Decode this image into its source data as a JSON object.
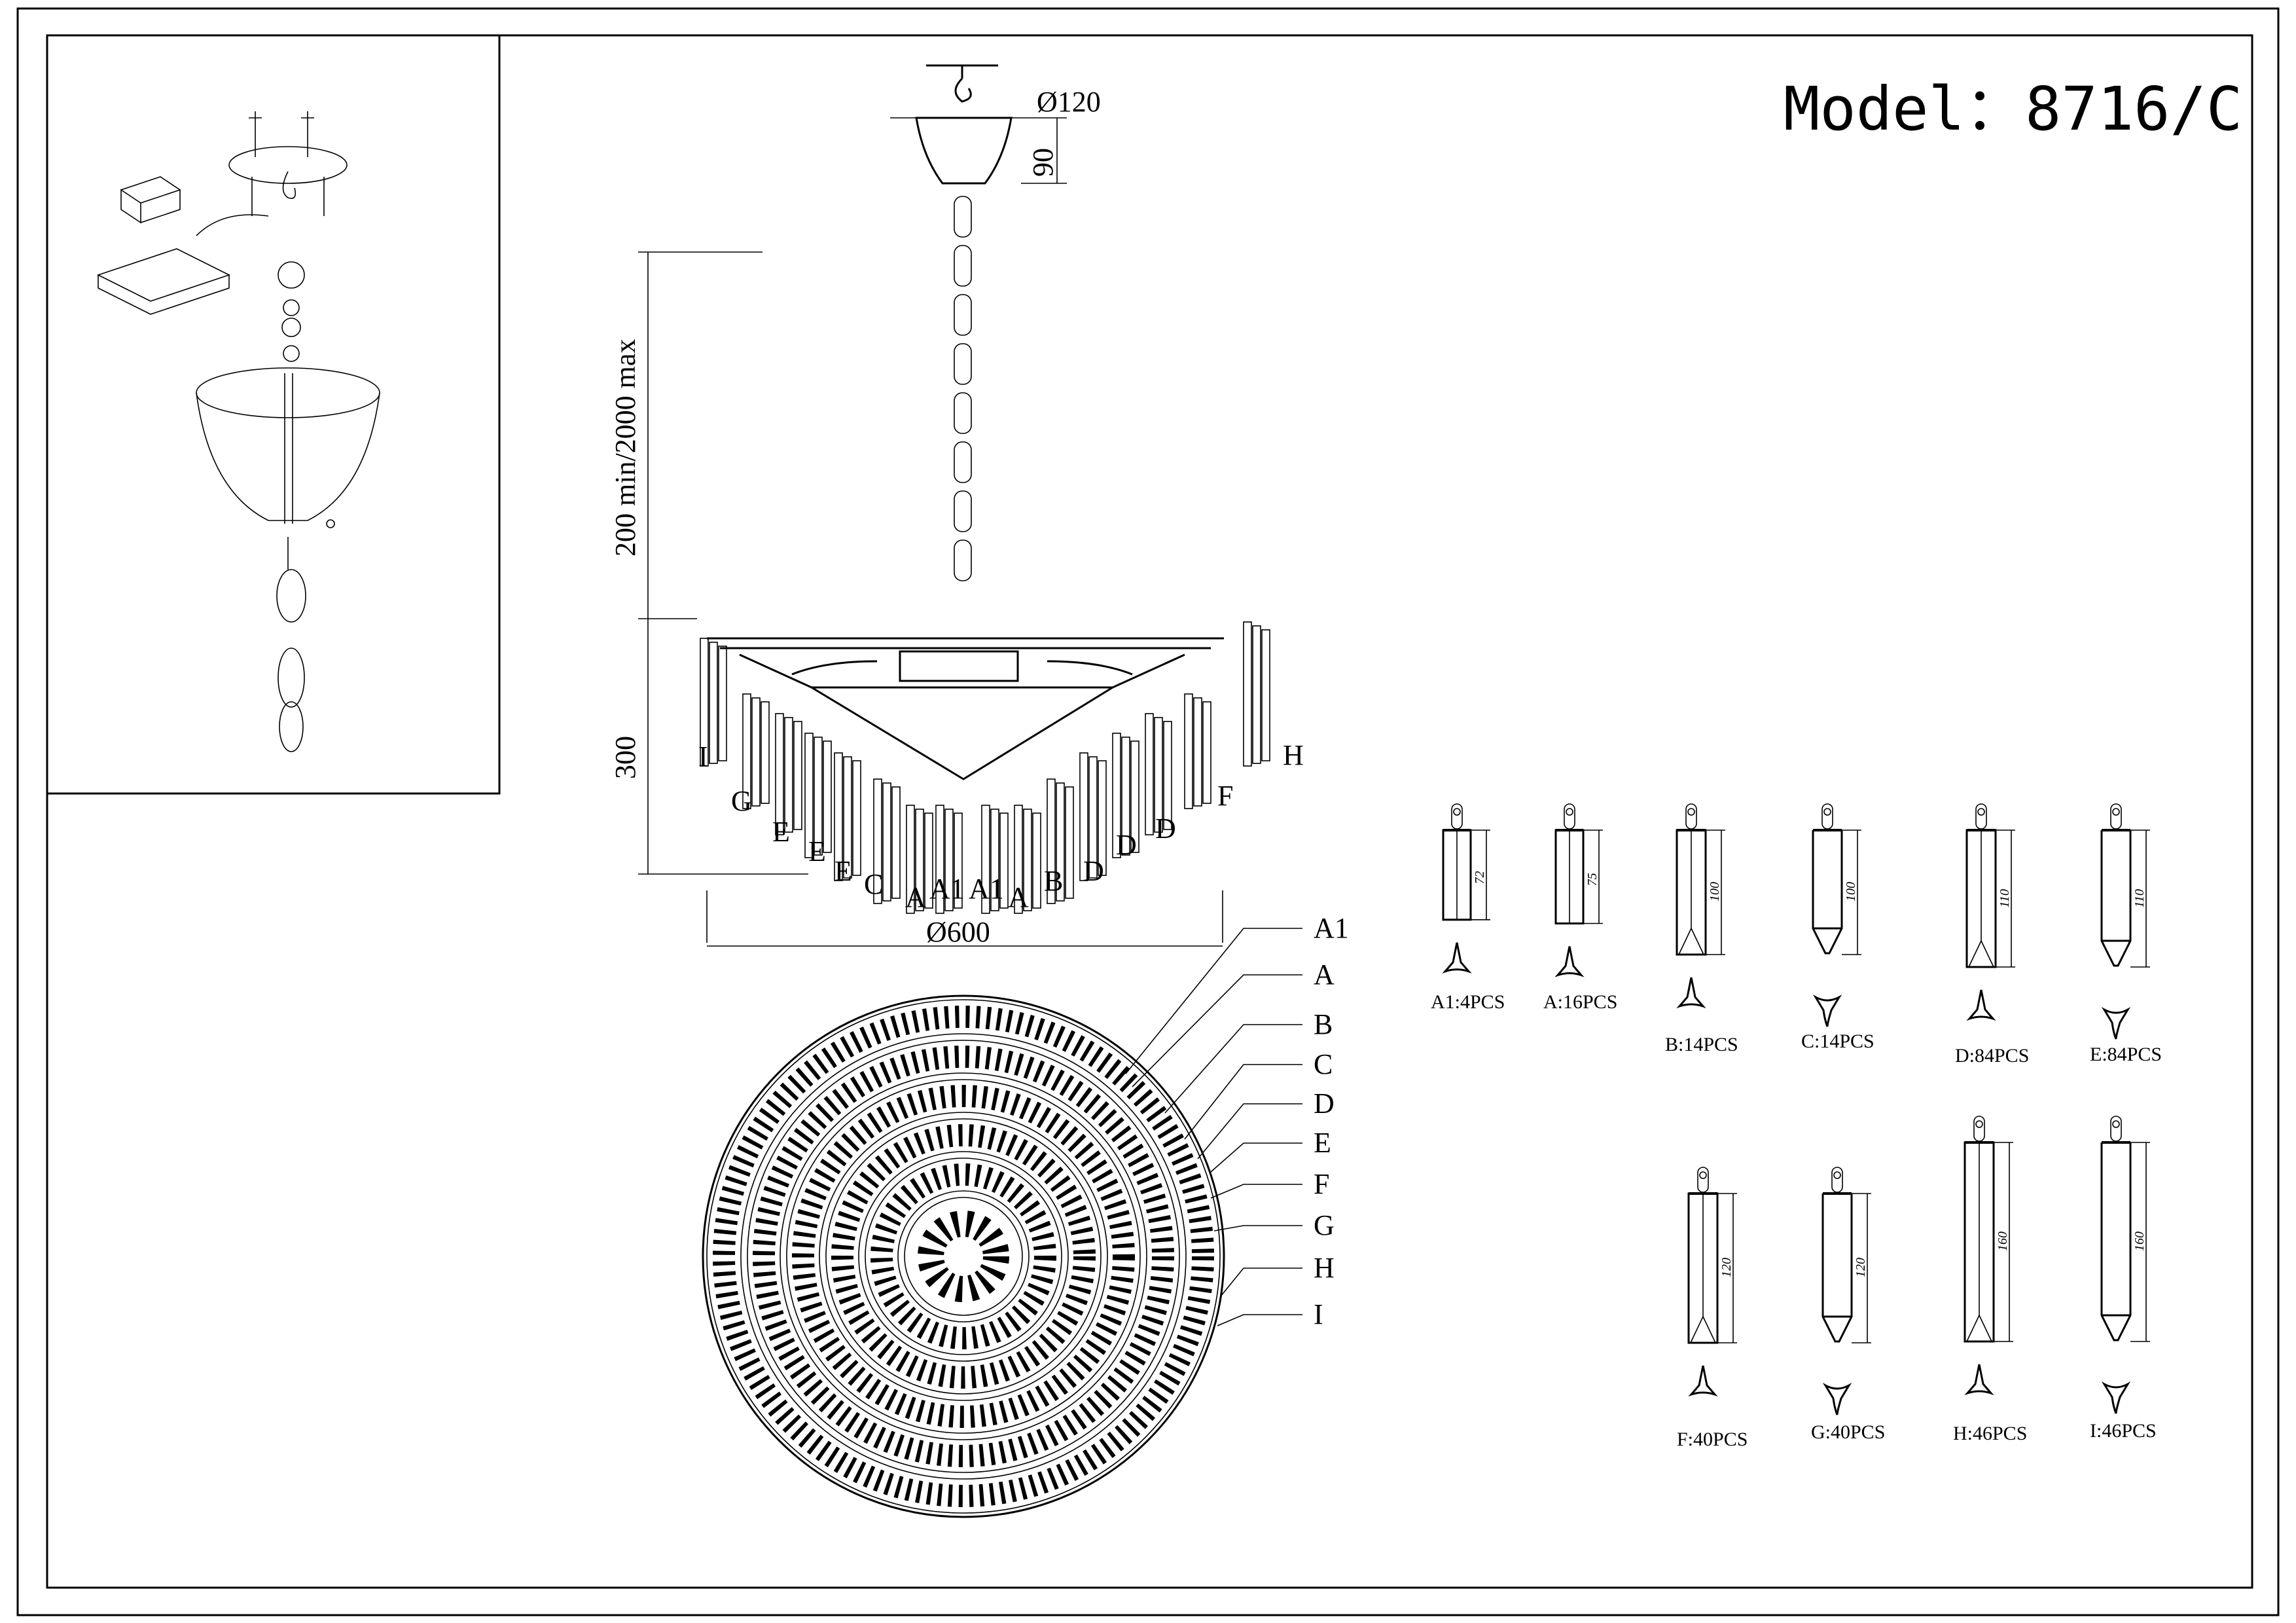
{
  "title": {
    "model_label": "Model：8716/C"
  },
  "dimensions": {
    "canopy_diameter": "Ø120",
    "canopy_height": "90",
    "chain_length": "200 min/2000 max",
    "body_height": "300",
    "body_diameter": "Ø600"
  },
  "side_view_labels": [
    "I",
    "G",
    "E",
    "E",
    "E",
    "C",
    "A",
    "A1",
    "A1",
    "A",
    "B",
    "D",
    "D",
    "D",
    "F",
    "H"
  ],
  "top_view_labels": [
    "A1",
    "A",
    "B",
    "C",
    "D",
    "E",
    "F",
    "G",
    "H",
    "I"
  ],
  "parts": [
    {
      "code": "A1",
      "count_label": "A1:4PCS",
      "length": "72",
      "shape": "flat"
    },
    {
      "code": "A",
      "count_label": "A:16PCS",
      "length": "75",
      "shape": "flat"
    },
    {
      "code": "B",
      "count_label": "B:14PCS",
      "length": "100",
      "shape": "prism"
    },
    {
      "code": "C",
      "count_label": "C:14PCS",
      "length": "100",
      "shape": "point"
    },
    {
      "code": "D",
      "count_label": "D:84PCS",
      "length": "110",
      "shape": "prism"
    },
    {
      "code": "E",
      "count_label": "E:84PCS",
      "length": "110",
      "shape": "point"
    },
    {
      "code": "F",
      "count_label": "F:40PCS",
      "length": "120",
      "shape": "prism"
    },
    {
      "code": "G",
      "count_label": "G:40PCS",
      "length": "120",
      "shape": "point"
    },
    {
      "code": "H",
      "count_label": "H:46PCS",
      "length": "160",
      "shape": "prism"
    },
    {
      "code": "I",
      "count_label": "I:46PCS",
      "length": "160",
      "shape": "point"
    }
  ]
}
